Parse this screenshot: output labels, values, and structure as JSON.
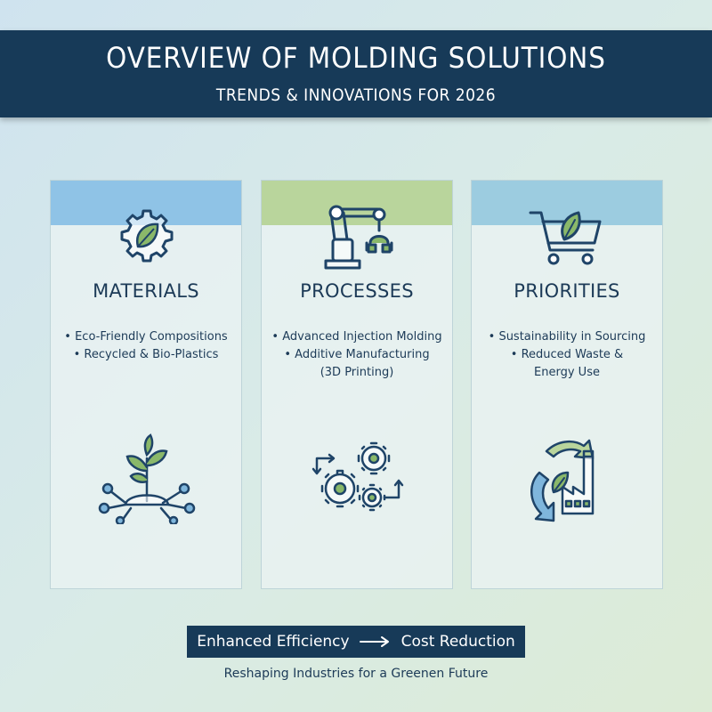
{
  "header": {
    "title": "OVERVIEW OF MOLDING SOLUTIONS",
    "subtitle": "TRENDS & INNOVATIONS FOR 2026"
  },
  "cards": [
    {
      "heading": "MATERIALS",
      "band_color": "#8fc3e6",
      "top_icon": "gear-leaf-icon",
      "bottom_icon": "sprouting-plant-network-icon",
      "bullets": [
        "• Eco-Friendly Compositions",
        "• Recycled & Bio-Plastics"
      ]
    },
    {
      "heading": "PROCESSES",
      "band_color": "#b9d59c",
      "top_icon": "robotic-arm-icon",
      "bottom_icon": "gears-cycle-icon",
      "bullets": [
        "• Advanced Injection Molding",
        "• Additive Manufacturing",
        "(3D Printing)"
      ]
    },
    {
      "heading": "PRIORITIES",
      "band_color": "#9ccce0",
      "top_icon": "shopping-cart-leaf-icon",
      "bottom_icon": "recycle-factory-icon",
      "bullets": [
        "• Sustainability in Sourcing",
        "• Reduced Waste &",
        "Energy Use"
      ]
    }
  ],
  "flow": {
    "from": "Enhanced Efficiency",
    "to": "Cost Reduction",
    "arrow_icon": "right-arrow-icon"
  },
  "tagline": "Reshaping Industries for a Greenen Future",
  "colors": {
    "navy": "#173a58",
    "icon_navy": "#1f4468",
    "icon_green": "#8ab86a",
    "icon_blue": "#7fb6dc"
  }
}
